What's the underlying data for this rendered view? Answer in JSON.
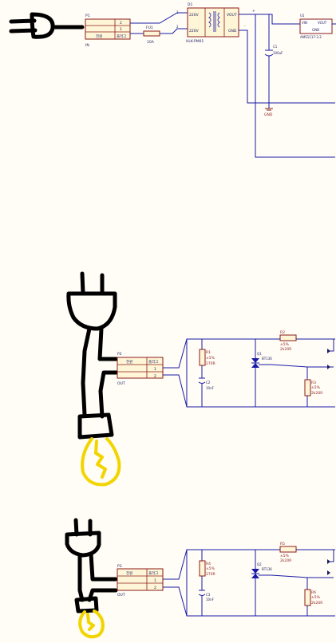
{
  "top": {
    "plug_conn": {
      "ref": "P1",
      "pins": [
        "2",
        "1"
      ],
      "left_label": "전원",
      "right_label": "플러그",
      "below": "IN"
    },
    "fuse": {
      "ref": "FU1",
      "value": "10A"
    },
    "transformer": {
      "ref": "D1",
      "in1": "220V",
      "in2": "220V",
      "out1": "VOUT",
      "out2": "GND",
      "part": "HLK-PM01"
    },
    "net_plus": "+",
    "net_minus": "-",
    "pin1": "1",
    "pin2": "2",
    "cap": {
      "ref": "C1",
      "value": "100uF"
    },
    "regulator": {
      "ref": "U1",
      "vin": "VIN",
      "vout": "VOUT",
      "gnd": "GND",
      "part": "AMS1117-3.3"
    },
    "gnd_label": "GND"
  },
  "mid": {
    "conn": {
      "ref": "P2",
      "left1": "전원",
      "right1": "플러그",
      "left2": "",
      "right2": "",
      "pin1": "1",
      "pin2": "2",
      "out": "OUT"
    },
    "r_left": {
      "ref": "R1",
      "tol": "±5%",
      "value": "270R"
    },
    "cap": {
      "ref": "C2",
      "value": "10nF"
    },
    "triac": {
      "ref": "Q1",
      "part": "BT136"
    },
    "r_top": {
      "ref": "R2",
      "tol": "±5%",
      "value": "2k20R"
    },
    "r_right": {
      "ref": "R3",
      "tol": "±5%",
      "value": "2k20R"
    }
  },
  "bot": {
    "conn": {
      "ref": "P3",
      "left1": "전원",
      "right1": "플러그",
      "pin1": "1",
      "pin2": "2",
      "out": "OUT"
    },
    "r_left": {
      "ref": "R4",
      "tol": "±5%",
      "value": "270R"
    },
    "cap": {
      "ref": "C3",
      "value": "10nF"
    },
    "triac": {
      "ref": "Q2",
      "part": "BT136"
    },
    "r_top": {
      "ref": "R5",
      "tol": "±5%",
      "value": "2k20R"
    },
    "r_right": {
      "ref": "R6",
      "tol": "±5%",
      "value": "2k20R"
    }
  }
}
